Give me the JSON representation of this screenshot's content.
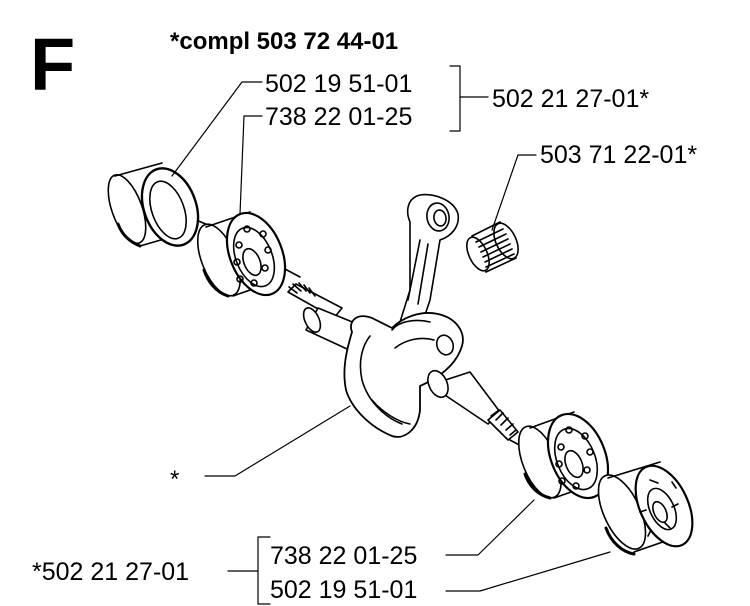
{
  "section": "F",
  "kit": "*compl 503 72 44-01",
  "labels": {
    "ring_top": "502 19 51-01",
    "bearing_top": "738 22 01-25",
    "set_top": "502 21 27-01*",
    "needle_bearing": "503 71 22-01*",
    "crankshaft": "*",
    "set_bottom": "*502 21 27-01",
    "bearing_bottom": "738 22 01-25",
    "ring_bottom": "502 19 51-01"
  }
}
